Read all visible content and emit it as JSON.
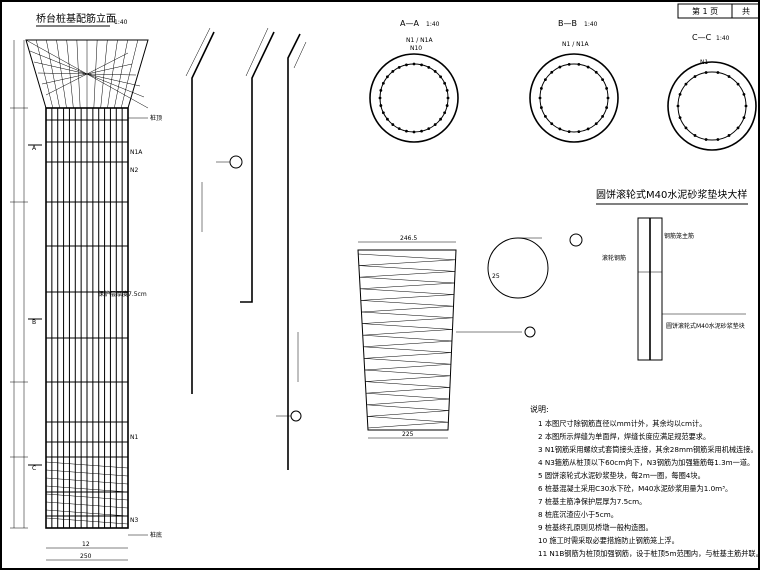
{
  "sheet": {
    "page_label": "第 1 页",
    "total_label": "共"
  },
  "elevation": {
    "title": "桥台桩基配筋立面",
    "scale": "1:40",
    "top_mark": "桩顶",
    "bottom_mark": "桩底",
    "section_a": "A",
    "section_b": "B",
    "section_c": "C",
    "n1a": "N1A",
    "n2": "N2",
    "n1": "N1",
    "n3": "N3",
    "cover": "保护层厚度7.5cm",
    "bottom_dims": [
      "12",
      "250"
    ]
  },
  "sections": [
    {
      "title": "A—A",
      "scale": "1:40",
      "bars": [
        "N1 / N1A",
        "N10"
      ]
    },
    {
      "title": "B—B",
      "scale": "1:40",
      "bars": [
        "N1 / N1A"
      ]
    },
    {
      "title": "C—C",
      "scale": "1:40",
      "bars": [
        "N1"
      ]
    }
  ],
  "pad_detail": {
    "title": "圆饼滚轮式M40水泥砂浆垫块大样",
    "label_1": "滚轮钢筋",
    "label_2": "钢筋笼主筋",
    "label_3": "圆饼滚轮式M40水泥砂浆垫块"
  },
  "spiral": {
    "top_dim": "246.5",
    "bottom_dim": "225"
  },
  "circle_detail": {
    "dim": "25"
  },
  "notes": {
    "heading": "说明:",
    "items": [
      "1 本图尺寸除钢筋直径以mm计外，其余均以cm计。",
      "2 本图所示焊缝为单面焊，焊缝长度应满足规范要求。",
      "3 N1钢筋采用螺纹式套筒接头连接，其余28mm钢筋采用机械连接。",
      "4 N3箍筋从桩顶以下60cm向下，N3钢筋为加强箍筋每1.3m一道。",
      "5 圆饼滚轮式水泥砂浆垫块，每2m一圈，每圈4块。",
      "6 桩基混凝土采用C30水下砼，M40水泥砂浆用量为1.0m³。",
      "7 桩基主筋净保护层厚为7.5cm。",
      "8 桩底沉渣应小于5cm。",
      "9 桩基终孔原则见桥墩一般构造图。",
      "10 施工时需采取必要措施防止钢筋笼上浮。",
      "11 N1B钢筋为桩顶加强钢筋，设于桩顶5m范围内，与桩基主筋并联。"
    ]
  }
}
